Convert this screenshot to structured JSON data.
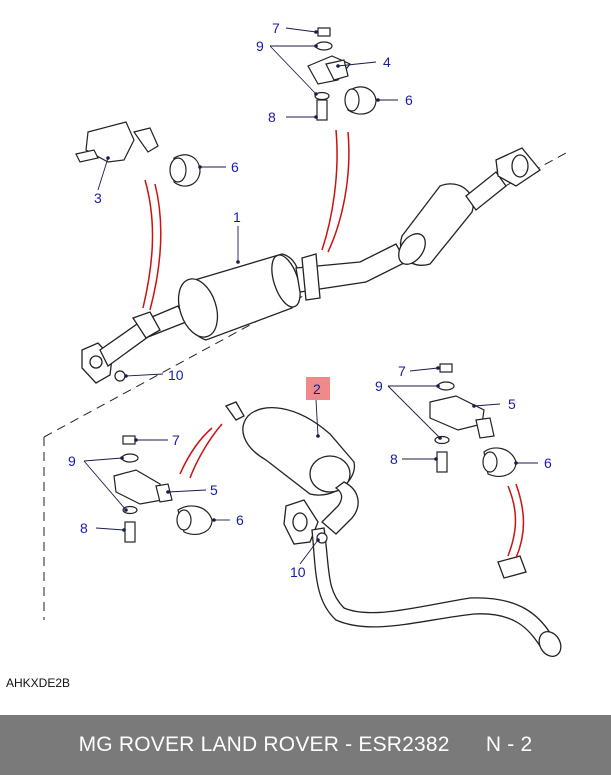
{
  "diagram": {
    "part_labels": {
      "p1": "1",
      "p2": "2",
      "p3": "3",
      "p4": "4",
      "p5a": "5",
      "p5b": "5",
      "p6a": "6",
      "p6b": "6",
      "p6c": "6",
      "p6d": "6",
      "p7a": "7",
      "p7b": "7",
      "p7c": "7",
      "p8a": "8",
      "p8b": "8",
      "p8c": "8",
      "p9a": "9",
      "p9b": "9",
      "p9c": "9",
      "p10a": "10",
      "p10b": "10"
    },
    "image_code": "AHKXDE2B",
    "colors": {
      "callout": "#1a1aa8",
      "highlight": "#f08a8a",
      "red_lines": "#cc1111",
      "footer_bg": "#7a7a7a"
    }
  },
  "footer": {
    "brand_text": "MG ROVER LAND ROVER - ESR2382",
    "page_text": "N - 2"
  }
}
